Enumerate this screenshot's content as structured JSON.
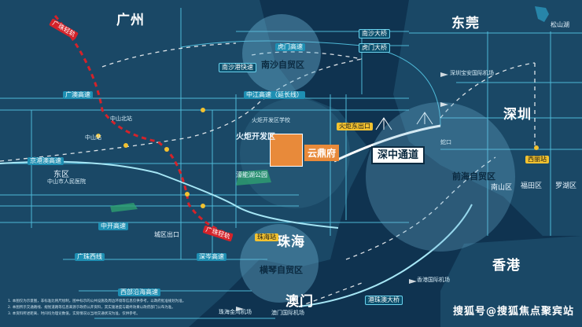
{
  "colors": {
    "sea": "#0f3350",
    "land": "#1a4866",
    "road": "#54c6e4",
    "rail": "#d4232a",
    "accent": "#e88a3a",
    "badge": "#f2c230"
  },
  "cities": {
    "guangzhou": "广州",
    "dongguan": "东莞",
    "shenzhen": "深圳",
    "zhuhai": "珠海",
    "macau": "澳门",
    "hongkong": "香港",
    "dongqu": "东区"
  },
  "zones": {
    "nansha": "南沙自贸区",
    "qianhai": "前海自贸区",
    "hengqin": "横琴自贸区"
  },
  "project": {
    "name": "云鼎府",
    "park": "濠能湖公园",
    "dev_zone": "火炬开发区"
  },
  "highways": {
    "shenzhong": "深中通道",
    "nansha_bridge": "南沙大桥",
    "humen_bridge": "虎门大桥",
    "guangao": "广澳高速",
    "zhongjiang": "中江高速（延长线）",
    "zhongkai": "中开高速",
    "guangzhu_west": "广珠西线",
    "xibu_coast": "西部沿海高速",
    "shenxin": "深岑高速",
    "jinggang_ao": "京港澳高速",
    "gangzhuao": "港珠澳大桥",
    "humen_high": "虎门高速",
    "nansha_port": "南沙港快速"
  },
  "rail": {
    "guangzhu_north": "广珠轻轨",
    "guangzhu_south": "广珠轻轨"
  },
  "tags": {
    "torch_east_exit": "火炬东出口",
    "city_exit": "城区出口",
    "zhuhai_station": "珠海站",
    "xiwei_station": "西丽站"
  },
  "districts": {
    "nanshan": "南山区",
    "futian": "福田区",
    "luohu": "罗湖区",
    "songshan_lake": "松山湖"
  },
  "pois": {
    "zhongshan_station": "中山站",
    "zhongshan_north": "中山北站",
    "torch_school": "火炬开发区学校",
    "zhongshan_hospital": "中山市人民医院",
    "shekou": "蛇口",
    "airport_shenzhen": "深圳宝安国际机场",
    "airport_zhuhai": "珠海金湾机场",
    "airport_macau": "澳门国际机场",
    "airport_hk": "香港国际机场"
  },
  "footnotes": [
    "1. 本图仅为示意图，非标准比例尺绘制，图中标示的公共设施及周边环境等信息仅供参考，以政府批准规划为准。",
    "2. 本图所示交通路线、规划道路等信息来源于政府公开资料，其实施进度与最终效果以政府部门公布为准。",
    "3. 本资料所述距离、时间均为理论数值，实际情况以当地交通状况为准，仅供参考。"
  ],
  "watermark": "搜狐号@搜狐焦点聚宾站"
}
